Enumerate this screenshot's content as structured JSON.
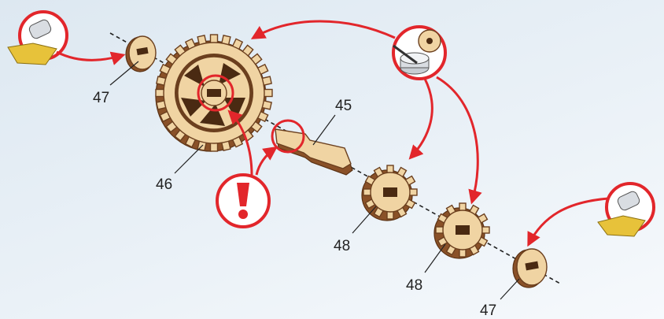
{
  "labels": {
    "part_47_top": "47",
    "part_46": "46",
    "part_45": "45",
    "part_48_a": "48",
    "part_48_b": "48",
    "part_47_bottom": "47"
  },
  "colors": {
    "accent_red": "#e2262b",
    "wood_light": "#f0d4a3",
    "wood_dark": "#8a5128"
  },
  "icons": [
    "glue-icon",
    "sandpaper-icon",
    "warning-icon"
  ]
}
